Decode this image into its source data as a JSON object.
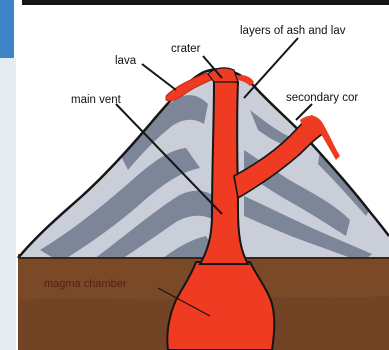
{
  "diagram": {
    "labels": {
      "crater": "crater",
      "lava": "lava",
      "main_vent": "main vent",
      "layers": "layers of ash and lav",
      "secondary_cone": "secondary cor",
      "magma_chamber": "magma chamber"
    },
    "colors": {
      "magma": "#ee3b22",
      "magma_dark": "#c7261a",
      "ash_light": "#c9ced8",
      "ash_dark": "#7c8698",
      "ground": "#7a4a28",
      "ground_dark": "#5e3519",
      "outline": "#151515",
      "side_panel": "#3f83c8"
    }
  }
}
